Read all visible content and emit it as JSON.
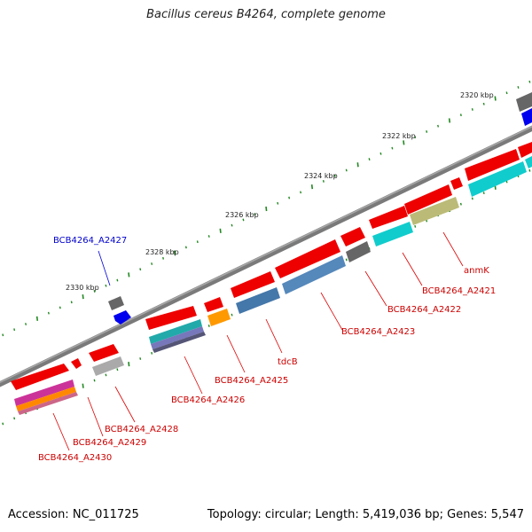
{
  "title": "Bacillus cereus B4264, complete genome",
  "footer": {
    "accession": "Accession: NC_011725",
    "summary": "Topology: circular; Length: 5,419,036 bp; Genes: 5,547"
  },
  "scale_labels": [
    "2320 kbp",
    "2322 kbp",
    "2324 kbp",
    "2326 kbp",
    "2328 kbp",
    "2330 kbp"
  ],
  "colors": {
    "backbone": "#777777",
    "gene": "#ff0000",
    "label_red": "#cc0000",
    "label_blue": "#0000cc",
    "tick": "#228822"
  },
  "gene_labels": [
    {
      "text": "anmK",
      "color": "red"
    },
    {
      "text": "BCB4264_A2421",
      "color": "red"
    },
    {
      "text": "BCB4264_A2422",
      "color": "red"
    },
    {
      "text": "BCB4264_A2423",
      "color": "red"
    },
    {
      "text": "tdcB",
      "color": "red"
    },
    {
      "text": "BCB4264_A2425",
      "color": "red"
    },
    {
      "text": "BCB4264_A2426",
      "color": "red"
    },
    {
      "text": "BCB4264_A2427",
      "color": "blue"
    },
    {
      "text": "BCB4264_A2428",
      "color": "red"
    },
    {
      "text": "BCB4264_A2429",
      "color": "red"
    },
    {
      "text": "BCB4264_A2430",
      "color": "red"
    }
  ]
}
